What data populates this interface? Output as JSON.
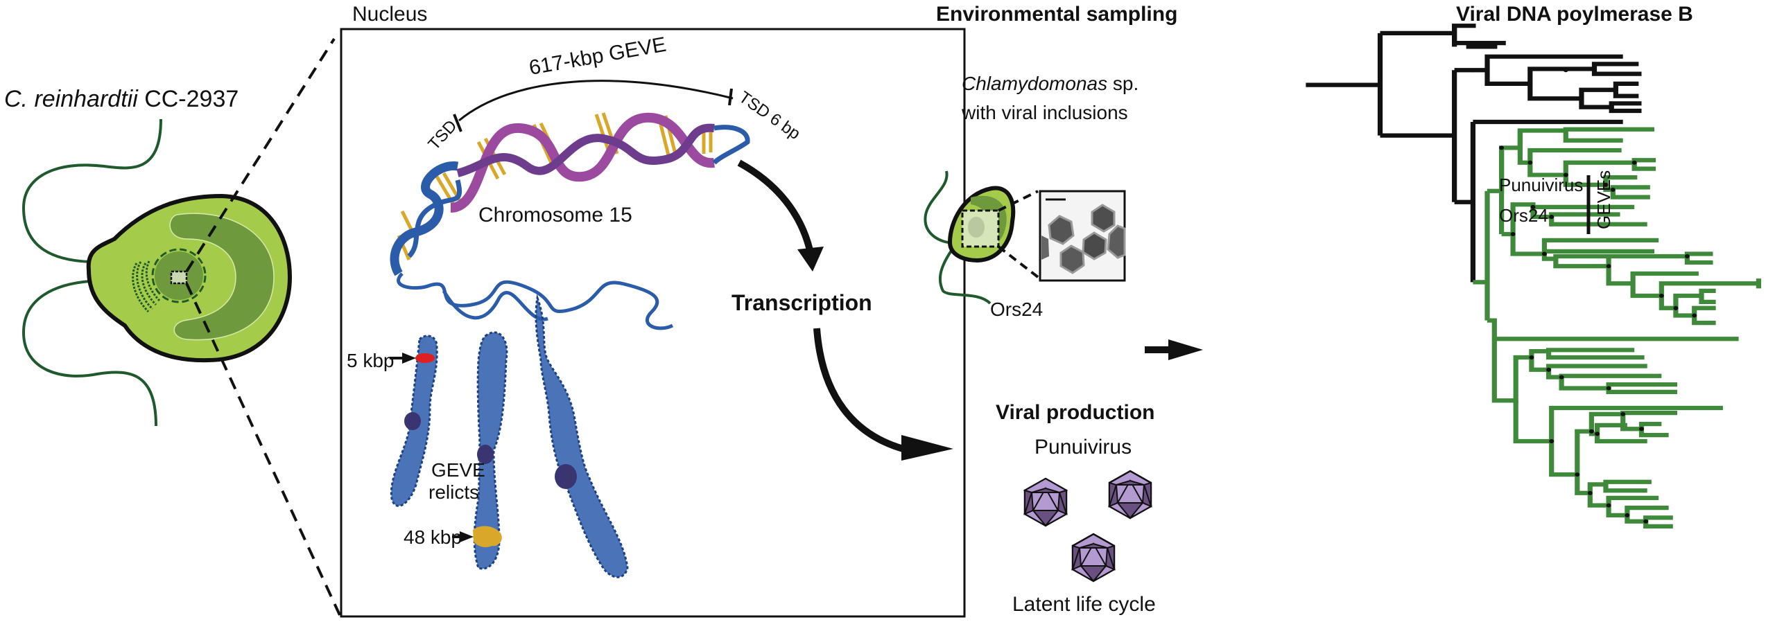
{
  "colors": {
    "cell_light": "#a4cc4a",
    "cell_mid": "#6e9a3d",
    "cell_dark": "#1e5a2c",
    "flagellum": "#1e5a2c",
    "dna_blue": "#2a5caa",
    "dna_purple": "#9b4aa0",
    "dna_purple_dark": "#6e3c8c",
    "base_gold": "#d9a82a",
    "relict_red": "#e02020",
    "relict_gold": "#d9a82a",
    "centromere": "#3a3470",
    "tree_black": "#111111",
    "tree_green": "#3f8a3a",
    "virion_light": "#b39ad0",
    "virion_dark": "#6a5080"
  },
  "left_panel": {
    "organism_label_italic": "C. reinhardtii",
    "organism_label_strain": " CC-2937"
  },
  "nucleus_panel": {
    "title": "Nucleus",
    "geve_label": "617-kbp GEVE",
    "tsd_left": "TSD",
    "tsd_right": "TSD 6 bp",
    "chromosome_label": "Chromosome 15",
    "relict_small_label": "5 kbp",
    "relict_large_label": "48 kbp",
    "relicts_label_line1": "GEVE",
    "relicts_label_line2": "relicts"
  },
  "transcription_label": "Transcription",
  "environmental_panel": {
    "title": "Environmental sampling",
    "subtitle_italic": "Chlamydomonas",
    "subtitle_rest": " sp.",
    "subtitle_line2": "with viral inclusions",
    "strain_label": "Ors24"
  },
  "viral_production_panel": {
    "title": "Viral production",
    "virus_name": "Punuivirus",
    "caption": "Latent life cycle"
  },
  "tree_panel": {
    "title": "Viral DNA poylmerase B",
    "tip_label_1": "Punuivirus",
    "tip_label_2": "Ors24",
    "clade_bar_label": "GEVEs"
  }
}
